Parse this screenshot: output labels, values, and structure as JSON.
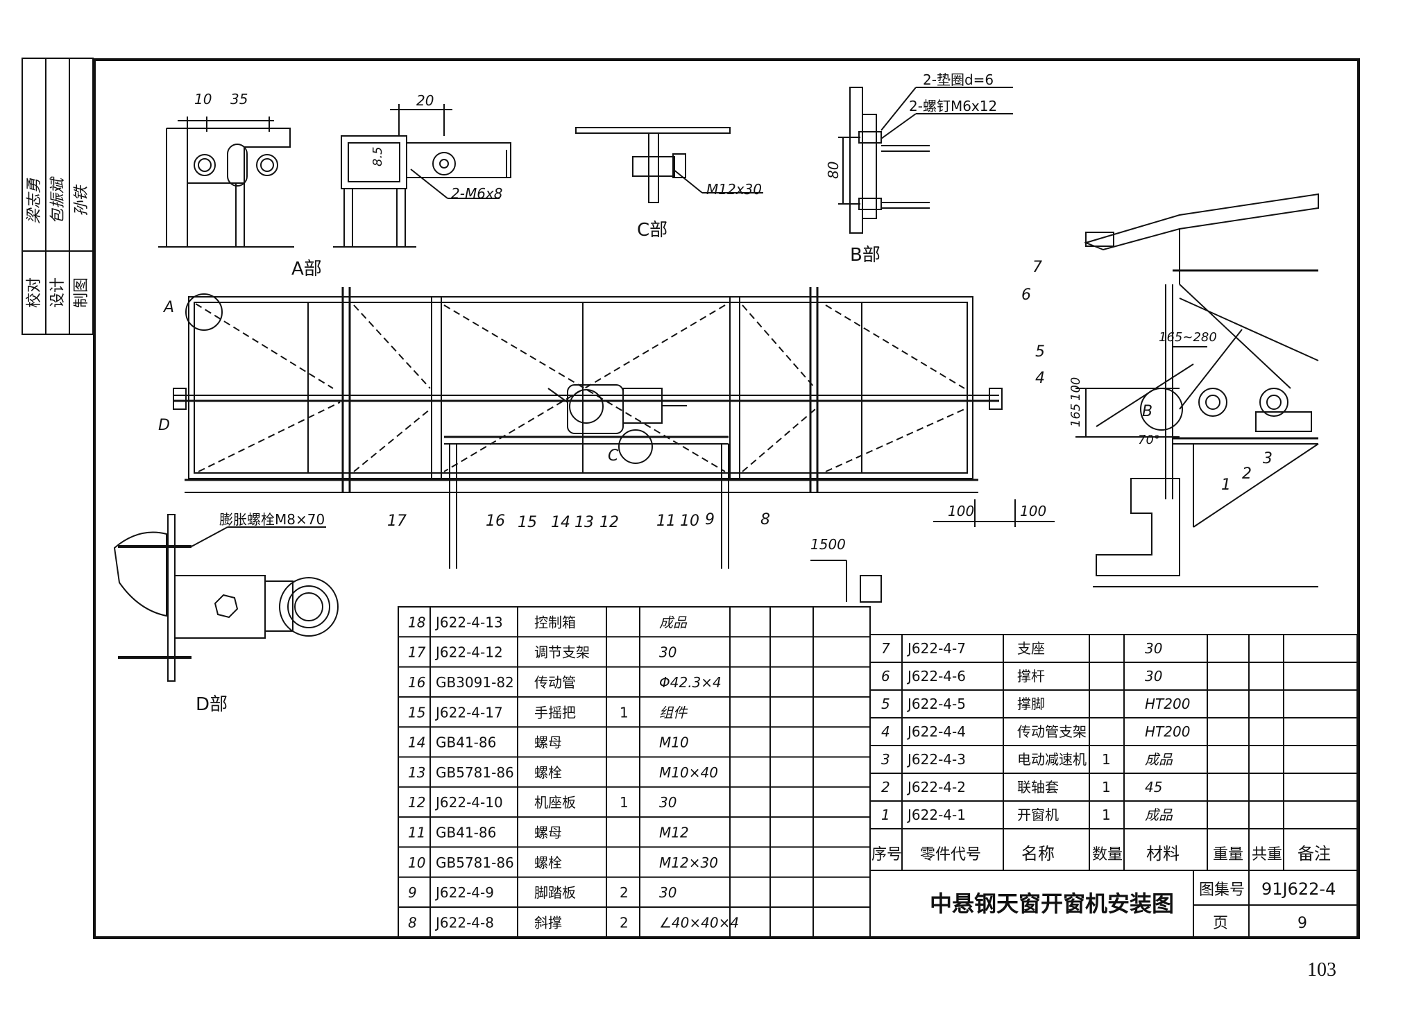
{
  "signature_block": {
    "labels": [
      "校对",
      "设计",
      "制图"
    ],
    "signatures": [
      "梁志勇",
      "包振斌",
      "孙铁"
    ]
  },
  "details": {
    "a": {
      "label": "A部",
      "dims": [
        "10",
        "35"
      ]
    },
    "a2": {
      "dims": [
        "20",
        "8.5"
      ],
      "callout": "2-M6x8"
    },
    "c": {
      "label": "C部",
      "callout": "M12x30"
    },
    "b": {
      "label": "B部",
      "dim": "80",
      "callouts": [
        "2-垫圈d=6",
        "2-螺钉M6x12"
      ]
    },
    "d": {
      "label": "D部",
      "callout": "膨胀螺栓M8×70"
    }
  },
  "main_view": {
    "markers": [
      "A",
      "D",
      "C"
    ],
    "items_right": [
      "7",
      "6",
      "5",
      "4"
    ],
    "items_bottom": [
      "17",
      "16",
      "15",
      "14",
      "13",
      "12",
      "11",
      "10",
      "9",
      "8"
    ],
    "dims": [
      "100",
      "100",
      "1500"
    ]
  },
  "section_view": {
    "dims": [
      "165~280",
      "165",
      "100"
    ],
    "angle": "70°",
    "marker": "B",
    "items": [
      "1",
      "2",
      "3"
    ]
  },
  "parts_left": [
    {
      "no": "18",
      "code": "J622-4-13",
      "name": "控制箱",
      "qty": "",
      "material": "成品"
    },
    {
      "no": "17",
      "code": "J622-4-12",
      "name": "调节支架",
      "qty": "",
      "material": "30"
    },
    {
      "no": "16",
      "code": "GB3091-82",
      "name": "传动管",
      "qty": "",
      "material": "Φ42.3×4"
    },
    {
      "no": "15",
      "code": "J622-4-17",
      "name": "手摇把",
      "qty": "1",
      "material": "组件"
    },
    {
      "no": "14",
      "code": "GB41-86",
      "name": "螺母",
      "qty": "",
      "material": "M10"
    },
    {
      "no": "13",
      "code": "GB5781-86",
      "name": "螺栓",
      "qty": "",
      "material": "M10×40"
    },
    {
      "no": "12",
      "code": "J622-4-10",
      "name": "机座板",
      "qty": "1",
      "material": "30"
    },
    {
      "no": "11",
      "code": "GB41-86",
      "name": "螺母",
      "qty": "",
      "material": "M12"
    },
    {
      "no": "10",
      "code": "GB5781-86",
      "name": "螺栓",
      "qty": "",
      "material": "M12×30"
    },
    {
      "no": "9",
      "code": "J622-4-9",
      "name": "脚踏板",
      "qty": "2",
      "material": "30"
    },
    {
      "no": "8",
      "code": "J622-4-8",
      "name": "斜撑",
      "qty": "2",
      "material": "∠40×40×4"
    }
  ],
  "parts_right": [
    {
      "no": "7",
      "code": "J622-4-7",
      "name": "支座",
      "qty": "",
      "material": "30"
    },
    {
      "no": "6",
      "code": "J622-4-6",
      "name": "撑杆",
      "qty": "",
      "material": "30"
    },
    {
      "no": "5",
      "code": "J622-4-5",
      "name": "撑脚",
      "qty": "",
      "material": "HT200"
    },
    {
      "no": "4",
      "code": "J622-4-4",
      "name": "传动管支架",
      "qty": "",
      "material": "HT200"
    },
    {
      "no": "3",
      "code": "J622-4-3",
      "name": "电动减速机",
      "qty": "1",
      "material": "成品"
    },
    {
      "no": "2",
      "code": "J622-4-2",
      "name": "联轴套",
      "qty": "1",
      "material": "45"
    },
    {
      "no": "1",
      "code": "J622-4-1",
      "name": "开窗机",
      "qty": "1",
      "material": "成品"
    }
  ],
  "table_header": {
    "no": "序号",
    "code": "零件代号",
    "name": "名称",
    "qty": "数量",
    "material": "材料",
    "weight": "重量",
    "total": "共重",
    "note": "备注"
  },
  "title_block": {
    "title": "中悬钢天窗开窗机安装图",
    "atlas_label": "图集号",
    "atlas_no": "91J622-4",
    "page_label": "页",
    "page_no": "9"
  },
  "page_number": "103"
}
